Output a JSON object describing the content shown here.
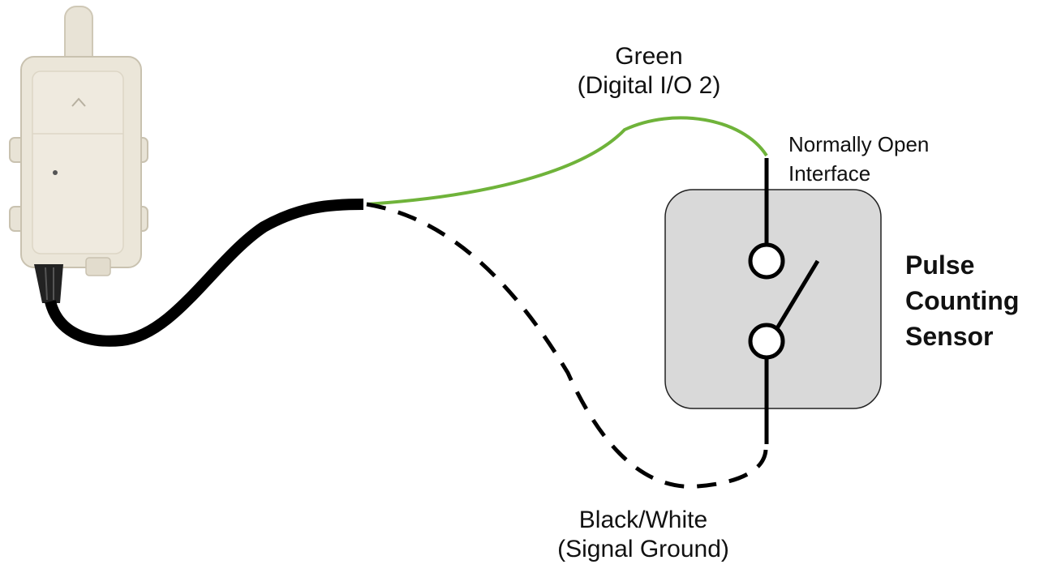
{
  "device": {
    "name": "wireless-sensor-device"
  },
  "wires": {
    "green": {
      "line1": "Green",
      "line2": "(Digital I/O 2)",
      "color": "#6fb33a"
    },
    "ground": {
      "line1": "Black/White",
      "line2": "(Signal Ground)",
      "color": "#000000",
      "style": "dashed"
    }
  },
  "interface": {
    "line1": "Normally Open",
    "line2": "Interface"
  },
  "sensor": {
    "line1": "Pulse",
    "line2": "Counting",
    "line3": "Sensor",
    "box_color": "#d9d9d9"
  },
  "colors": {
    "cable": "#000000",
    "device_body": "#ebe6d9",
    "device_outline": "#c9c2b0"
  }
}
